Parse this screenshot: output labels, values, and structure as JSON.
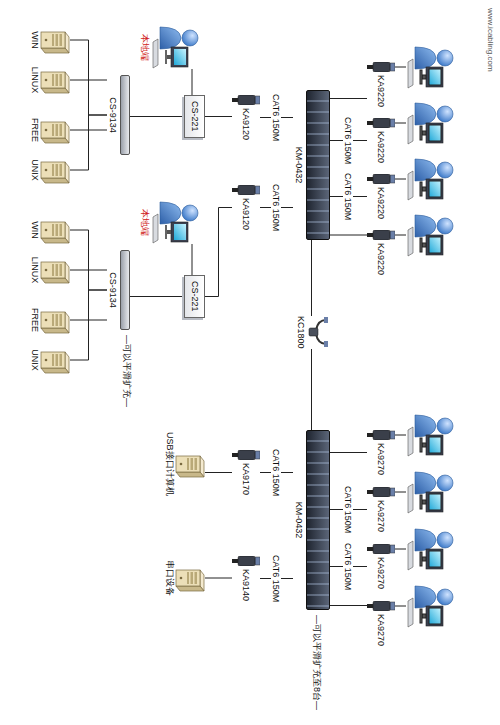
{
  "diagram": {
    "nodes": [
      {
        "text": [
          "KM-0432"
        ]
      },
      {
        "text": [
          "KC1800"
        ]
      },
      {
        "text": [
          "KM-0432"
        ]
      },
      {
        "text": [
          "KA9220"
        ]
      },
      {
        "text": [
          "KA9220"
        ]
      },
      {
        "text": [
          "KA9220"
        ]
      },
      {
        "text": [
          "KA9220"
        ]
      },
      {
        "text": [
          "KA9270"
        ]
      },
      {
        "text": [
          "KA9270"
        ]
      },
      {
        "text": [
          "KA9270"
        ]
      },
      {
        "text": [
          "KA9270"
        ]
      },
      {
        "text": [
          "本地端"
        ]
      },
      {
        "text": [
          "KA9120"
        ]
      },
      {
        "text": [
          "CS-221"
        ]
      },
      {
        "text": [
          "CS-9134"
        ]
      },
      {
        "text": [
          "WIN"
        ]
      },
      {
        "text": [
          "LINUX"
        ]
      },
      {
        "text": [
          "FREE"
        ]
      },
      {
        "text": [
          "UNIX"
        ]
      },
      {
        "text": [
          "本地端"
        ]
      },
      {
        "text": [
          "KA9120"
        ]
      },
      {
        "text": [
          "CS-221"
        ]
      },
      {
        "text": [
          "CS-9134"
        ]
      },
      {
        "text": [
          "WIN"
        ]
      },
      {
        "text": [
          "LINUX"
        ]
      },
      {
        "text": [
          "FREE"
        ]
      },
      {
        "text": [
          "UNIX"
        ]
      },
      {
        "text": [
          "KA9170"
        ]
      },
      {
        "text": [
          "USB接口计算机"
        ]
      },
      {
        "text": [
          "KA9140"
        ]
      },
      {
        "text": [
          "串口设备"
        ]
      }
    ],
    "edges": [
      {
        "from": 0,
        "to": 1,
        "arrow": "none"
      },
      {
        "from": 1,
        "to": 2,
        "arrow": "none"
      },
      {
        "from": 3,
        "to": 0,
        "arrow": "none"
      },
      {
        "from": 4,
        "to": 0,
        "label": "CAT6 150M",
        "arrow": "none"
      },
      {
        "from": 5,
        "to": 0,
        "label": "CAT6 150M",
        "arrow": "none"
      },
      {
        "from": 6,
        "to": 0,
        "arrow": "none"
      },
      {
        "from": 7,
        "to": 2,
        "arrow": "none"
      },
      {
        "from": 8,
        "to": 2,
        "label": "CAT6 150M",
        "arrow": "none"
      },
      {
        "from": 9,
        "to": 2,
        "label": "CAT6 150M",
        "arrow": "none"
      },
      {
        "from": 10,
        "to": 2,
        "arrow": "none"
      },
      {
        "from": 0,
        "to": 12,
        "label": "CAT6 150M",
        "arrow": "none"
      },
      {
        "from": 12,
        "to": 13,
        "arrow": "none"
      },
      {
        "from": 11,
        "to": 13,
        "arrow": "none"
      },
      {
        "from": 13,
        "to": 14,
        "arrow": "none"
      },
      {
        "from": 14,
        "to": 15,
        "arrow": "none"
      },
      {
        "from": 14,
        "to": 16,
        "arrow": "none"
      },
      {
        "from": 14,
        "to": 17,
        "arrow": "none"
      },
      {
        "from": 14,
        "to": 18,
        "arrow": "none"
      },
      {
        "from": 0,
        "to": 20,
        "label": "CAT6 150M",
        "arrow": "none"
      },
      {
        "from": 20,
        "to": 21,
        "arrow": "none"
      },
      {
        "from": 19,
        "to": 21,
        "arrow": "none"
      },
      {
        "from": 21,
        "to": 22,
        "arrow": "none"
      },
      {
        "from": 22,
        "to": 23,
        "arrow": "none"
      },
      {
        "from": 22,
        "to": 24,
        "arrow": "none"
      },
      {
        "from": 22,
        "to": 25,
        "arrow": "none"
      },
      {
        "from": 22,
        "to": 26,
        "arrow": "none"
      },
      {
        "from": 2,
        "to": 27,
        "label": "CAT6 150M",
        "arrow": "none"
      },
      {
        "from": 27,
        "to": 28,
        "arrow": "none"
      },
      {
        "from": 2,
        "to": 29,
        "label": "CAT6 150M",
        "arrow": "none"
      },
      {
        "from": 29,
        "to": 30,
        "arrow": "none"
      }
    ],
    "labels": [
      "www.icabling.com",
      "—可以平滑扩充—",
      "—可以平滑扩充至8台—"
    ]
  }
}
